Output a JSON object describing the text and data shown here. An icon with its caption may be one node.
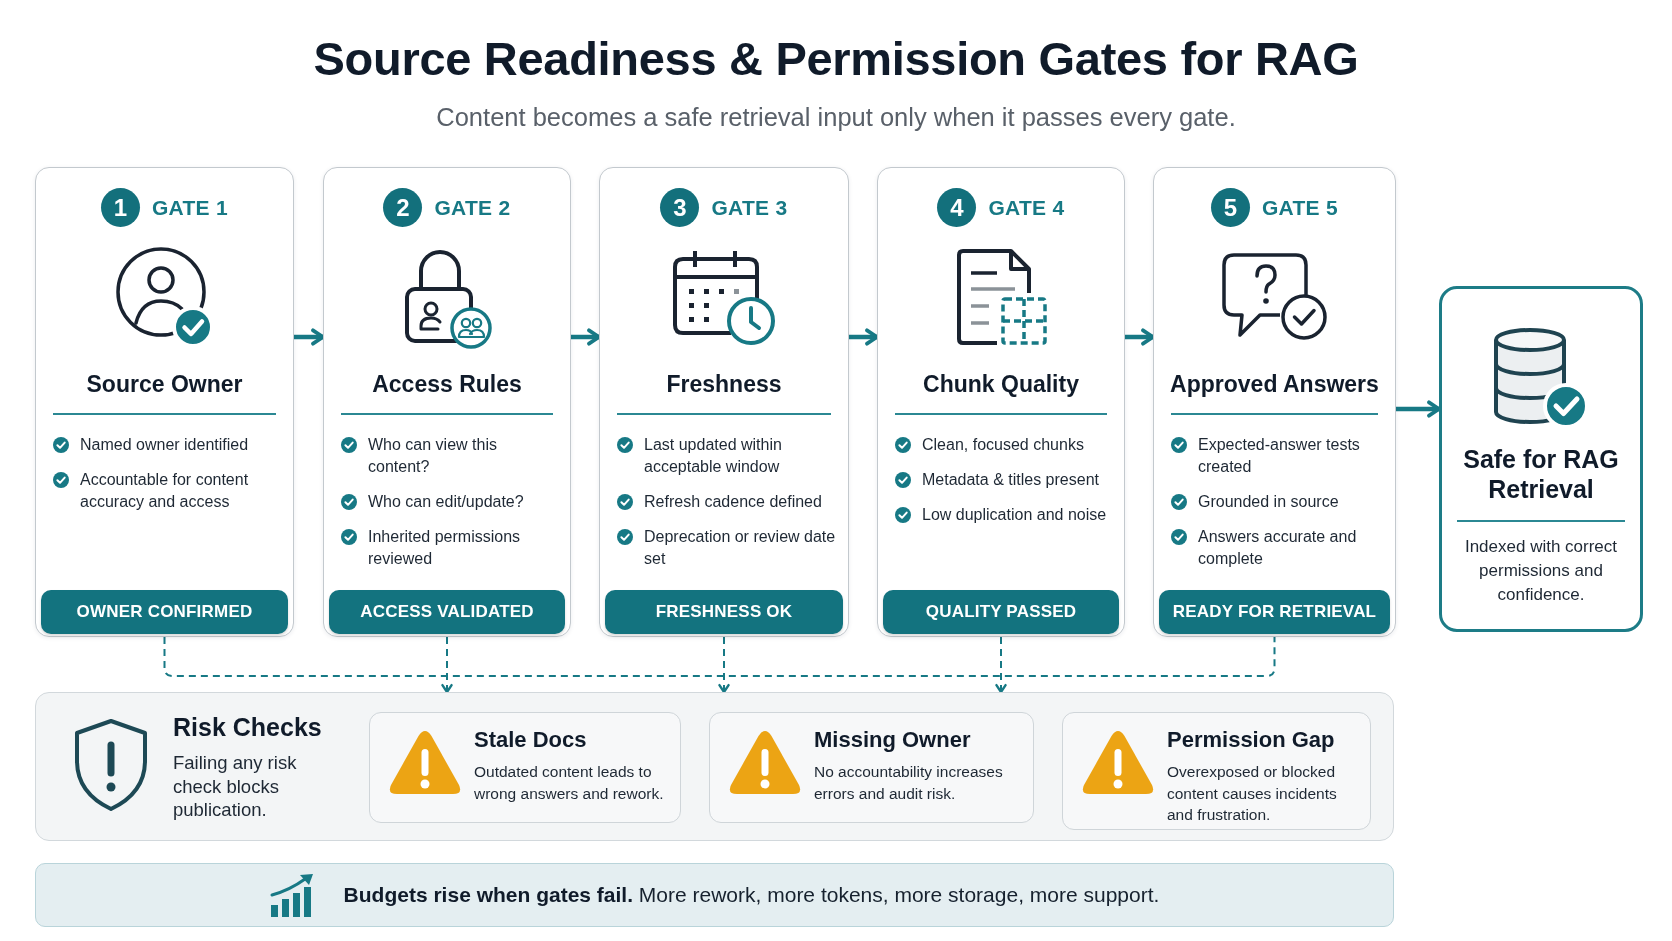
{
  "diagram": {
    "title": "Source Readiness & Permission Gates for RAG",
    "nodes": [
      {
        "text": [
          "GATE 1",
          "Source Owner",
          "Named owner identified",
          "Accountable for content accuracy and access"
        ]
      },
      {
        "text": [
          "1"
        ],
        "in": 0
      },
      {
        "text": [
          "OWNER CONFIRMED"
        ],
        "in": 0
      },
      {
        "text": [
          "GATE 2",
          "Access Rules",
          "Who can view this content?",
          "Who can edit/update?",
          "Inherited permissions reviewed"
        ]
      },
      {
        "text": [
          "2"
        ],
        "in": 3
      },
      {
        "text": [
          "ACCESS VALIDATED"
        ],
        "in": 3
      },
      {
        "text": [
          "GATE 3",
          "Freshness",
          "Last updated within acceptable window",
          "Refresh cadence defined",
          "Deprecation or review date set"
        ]
      },
      {
        "text": [
          "3"
        ],
        "in": 6
      },
      {
        "text": [
          "FRESHNESS OK"
        ],
        "in": 6
      },
      {
        "text": [
          "GATE 4",
          "Chunk Quality",
          "Clean, focused chunks",
          "Metadata & titles present",
          "Low duplication and noise"
        ]
      },
      {
        "text": [
          "4"
        ],
        "in": 9
      },
      {
        "text": [
          "QUALITY PASSED"
        ],
        "in": 9
      },
      {
        "text": [
          "GATE 5",
          "Approved Answers",
          "Expected-answer tests created",
          "Grounded in source",
          "Answers accurate and complete"
        ]
      },
      {
        "text": [
          "5"
        ],
        "in": 12
      },
      {
        "text": [
          "READY FOR RETRIEVAL"
        ],
        "in": 12
      },
      {
        "text": [
          "Safe for RAG Retrieval",
          "Indexed with correct permissions and confidence."
        ]
      },
      {
        "text": [
          "Risk Checks",
          "Failing any risk check blocks publication."
        ]
      },
      {
        "text": [
          "Stale Docs",
          "Outdated content leads to wrong answers and rework."
        ],
        "in": 16
      },
      {
        "text": [
          "Missing Owner",
          "No accountability increases errors and audit risk."
        ],
        "in": 16
      },
      {
        "text": [
          "Permission Gap",
          "Overexposed or blocked content causes incidents and frustration."
        ],
        "in": 16
      },
      {
        "text": [
          "**Budgets rise when gates fail.** More rework, more tokens, more storage, more support."
        ]
      }
    ],
    "edges": [
      {
        "from": 0,
        "to": 3,
        "arrow": "to"
      },
      {
        "from": 3,
        "to": 6,
        "arrow": "to"
      },
      {
        "from": 6,
        "to": 9,
        "arrow": "to"
      },
      {
        "from": 9,
        "to": 12,
        "arrow": "to"
      },
      {
        "from": 12,
        "to": 15,
        "arrow": "to"
      },
      {
        "from": 0,
        "to": 12,
        "arrow": "none",
        "style": "dashed"
      },
      {
        "from": 3,
        "to": 16,
        "arrow": "to",
        "style": "dashed"
      },
      {
        "from": 6,
        "to": 16,
        "arrow": "to",
        "style": "dashed"
      },
      {
        "from": 9,
        "to": 16,
        "arrow": "to",
        "style": "dashed"
      }
    ],
    "labels": [
      "Content becomes a safe retrieval input only when it passes every gate."
    ]
  }
}
